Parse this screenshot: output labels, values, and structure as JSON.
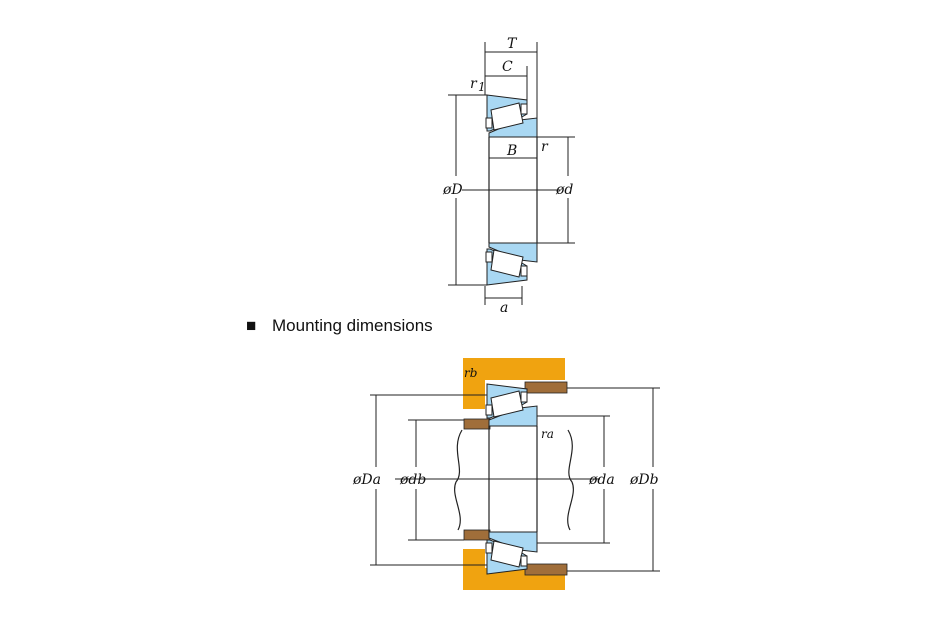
{
  "labels": {
    "T": "T",
    "C": "C",
    "r1": "r",
    "r1_sub": "1",
    "r": "r",
    "B": "B",
    "phiD": "øD",
    "phid": "ød",
    "a": "a",
    "rb": "rb",
    "ra": "ra",
    "phiDa": "øDa",
    "phidb": "ødb",
    "phida": "øda",
    "phiDb": "øDb"
  },
  "section": {
    "marker": "■",
    "title": "Mounting dimensions"
  },
  "colors": {
    "race": "#a9d8f3",
    "housing": "#f0a310",
    "spacer": "#a06e3a"
  }
}
